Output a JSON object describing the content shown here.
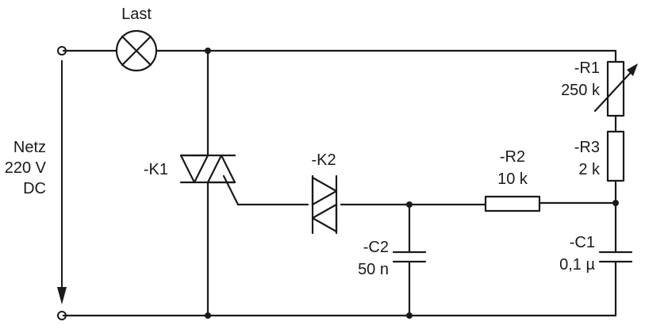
{
  "load": {
    "label": "Last"
  },
  "supply": {
    "line1": "Netz",
    "line2": "220 V",
    "line3": "DC"
  },
  "k1": {
    "label": "-K1"
  },
  "k2": {
    "label": "-K2"
  },
  "r1": {
    "label": "-R1",
    "value": "250 k"
  },
  "r2": {
    "label": "-R2",
    "value": "10 k"
  },
  "r3": {
    "label": "-R3",
    "value": "2 k"
  },
  "c1": {
    "label": "-C1",
    "value": "0,1 µ"
  },
  "c2": {
    "label": "-C2",
    "value": "50 n"
  }
}
